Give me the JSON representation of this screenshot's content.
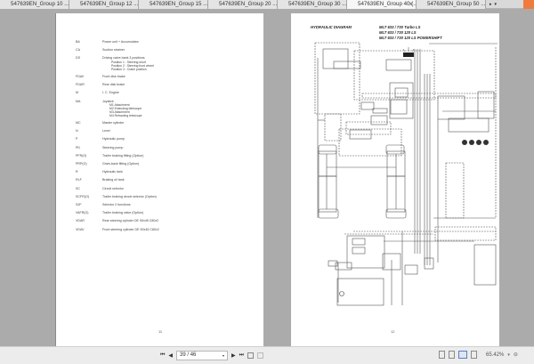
{
  "tabs": [
    {
      "label": "547639EN_Group 10 ...",
      "active": false
    },
    {
      "label": "547639EN_Group 12 ...",
      "active": false
    },
    {
      "label": "547639EN_Group 15 ...",
      "active": false
    },
    {
      "label": "547639EN_Group 20 ...",
      "active": false
    },
    {
      "label": "547639EN_Group 30 ...",
      "active": false
    },
    {
      "label": "547639EN_Group 40 (...",
      "active": true,
      "close": "x"
    },
    {
      "label": "547639EN_Group 50 ...",
      "active": false
    }
  ],
  "tab_controls": {
    "scroll_right": "▸",
    "menu": "▾"
  },
  "left_page": {
    "legend": [
      {
        "code": "BA",
        "text": "Power unit + Accumulator"
      },
      {
        "code": "CA",
        "text": "Suction strainer"
      },
      {
        "code": "DS",
        "text": "Driving valve bank 3 positions",
        "sub": [
          "Position 1 : Steering short",
          "Position 2 : Steering front wheel",
          "Position 3 : Crabe position"
        ]
      },
      {
        "code": "FDAV",
        "text": "Front disk brake"
      },
      {
        "code": "FDAR",
        "text": "Rear disk brake"
      },
      {
        "code": "M",
        "text": "I. C. Engine"
      },
      {
        "code": "MA",
        "text": "Joystick",
        "sub": [
          "M1    Attachment",
          "M2    Extending telescope",
          "M3    Attachment",
          "M4    Retracting telescope"
        ]
      },
      {
        "code": "MC",
        "text": "Master cylinder"
      },
      {
        "code": "N",
        "text": "Level"
      },
      {
        "code": "P",
        "text": "Hydraulic pump"
      },
      {
        "code": "PD",
        "text": "Steering pump"
      },
      {
        "code": "PFR(O)",
        "text": "Trailer braking fitting (Option)"
      },
      {
        "code": "PRP(O)",
        "text": "Grain-back fitting (Option)"
      },
      {
        "code": "R",
        "text": "Hydraulic tank"
      },
      {
        "code": "RLF",
        "text": "Braking oil tank"
      },
      {
        "code": "SC",
        "text": "Circuit selector"
      },
      {
        "code": "SCFR(O)",
        "text": "Trailer braking circuit selector (Option)"
      },
      {
        "code": "S2F",
        "text": "Selector 2 functions"
      },
      {
        "code": "VAFR(O)",
        "text": "Trailer braking valve (Option)"
      },
      {
        "code": "VDAR",
        "text": "Rear steering cylinder DE 90x45 C80x2"
      },
      {
        "code": "VDAV",
        "text": "Front steering cylinder DE 90x45 C80x2"
      }
    ],
    "page_number": "11"
  },
  "right_page": {
    "heading": "HYDRAULIC DIAGRAM",
    "models": [
      "MLT 633 / 730 Turbo LS",
      "MLT 633 / 730 120 LS",
      "MLT 633 / 730 120 LS POWERSHIFT"
    ],
    "page_number": "12"
  },
  "statusbar": {
    "first_page": "⏮",
    "prev_page": "◀",
    "page_field": "39 / 46",
    "next_page": "▶",
    "last_page": "⏭",
    "zoom_level": "65.42%",
    "zoom_dropdown": "▾",
    "zoom_out": "⊖"
  }
}
